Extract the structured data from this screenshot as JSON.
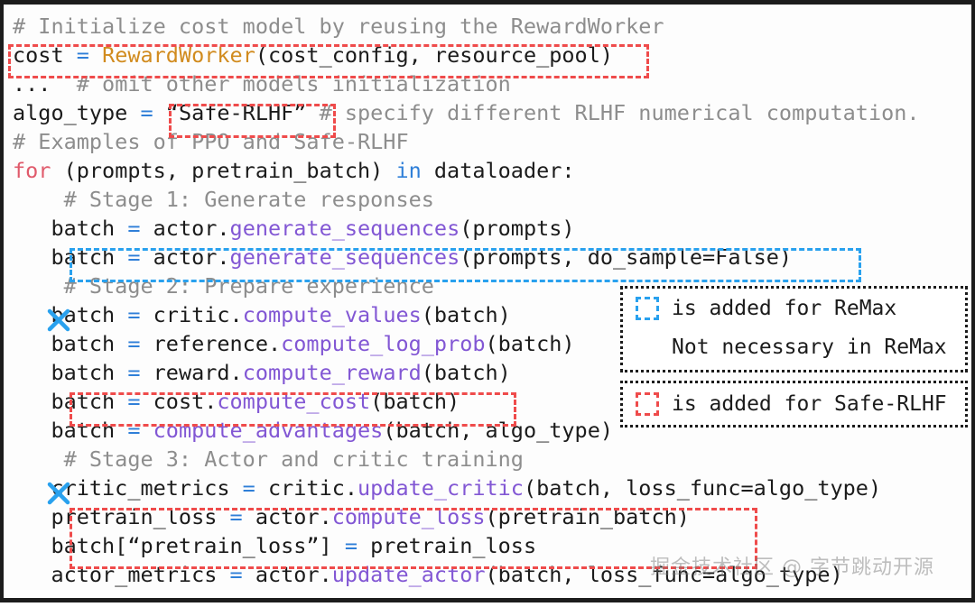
{
  "colors": {
    "background": "#fdfdfd",
    "text": "#1b1b1b",
    "comment": "#8d8d8d",
    "keyword": "#e05a6b",
    "operator": "#2f7fd8",
    "function": "#8257d4",
    "class": "#d18b1e",
    "annotation_red": "#ef4b4b",
    "annotation_blue": "#29a1ee",
    "frame": "#1c1c1c"
  },
  "code": {
    "language": "python",
    "lines": [
      {
        "id": "l1",
        "indent": 0,
        "text": "# Initialize cost model by reusing the RewardWorker"
      },
      {
        "id": "l2",
        "indent": 0,
        "text": "cost = RewardWorker(cost_config, resource_pool)"
      },
      {
        "id": "l3",
        "indent": 0,
        "text": "...  # omit other models initialization"
      },
      {
        "id": "l4",
        "indent": 0,
        "text": "algo_type = “Safe-RLHF” # specify different RLHF numerical computation."
      },
      {
        "id": "l5",
        "indent": 0,
        "text": "# Examples of PPO and Safe-RLHF"
      },
      {
        "id": "l6",
        "indent": 0,
        "text": "for (prompts, pretrain_batch) in dataloader:"
      },
      {
        "id": "l7",
        "indent": 1,
        "text": "# Stage 1: Generate responses"
      },
      {
        "id": "l8",
        "indent": 1,
        "text": "batch = actor.generate_sequences(prompts)"
      },
      {
        "id": "l9",
        "indent": 1,
        "text": "batch = actor.generate_sequences(prompts, do_sample=False)"
      },
      {
        "id": "l10",
        "indent": 1,
        "text": "# Stage 2: Prepare experience"
      },
      {
        "id": "l11",
        "indent": 1,
        "text": "batch = critic.compute_values(batch)"
      },
      {
        "id": "l12",
        "indent": 1,
        "text": "batch = reference.compute_log_prob(batch)"
      },
      {
        "id": "l13",
        "indent": 1,
        "text": "batch = reward.compute_reward(batch)"
      },
      {
        "id": "l14",
        "indent": 1,
        "text": "batch = cost.compute_cost(batch)"
      },
      {
        "id": "l15",
        "indent": 1,
        "text": "batch = compute_advantages(batch, algo_type)"
      },
      {
        "id": "l16",
        "indent": 1,
        "text": "# Stage 3: Actor and critic training"
      },
      {
        "id": "l17",
        "indent": 1,
        "text": "critic_metrics = critic.update_critic(batch, loss_func=algo_type)"
      },
      {
        "id": "l18",
        "indent": 1,
        "text": "pretrain_loss = actor.compute_loss(pretrain_batch)"
      },
      {
        "id": "l19",
        "indent": 1,
        "text": "batch[“pretrain_loss”] = pretrain_loss"
      },
      {
        "id": "l20",
        "indent": 1,
        "text": "actor_metrics = actor.update_actor(batch, loss_func=algo_type)"
      }
    ]
  },
  "annotations": {
    "red_boxes": [
      {
        "name": "red-box-cost-init",
        "lines": "l2",
        "label": "cost = RewardWorker(cost_config, resource_pool)"
      },
      {
        "name": "red-box-algo-type-value",
        "lines": "l4",
        "label": "“Safe-RLHF”"
      },
      {
        "name": "red-box-compute-cost",
        "lines": "l14",
        "label": "batch = cost.compute_cost(batch)"
      },
      {
        "name": "red-box-pretrain-loss",
        "lines": "l18-l19",
        "label": "pretrain_loss = actor.compute_loss(pretrain_batch) / batch[“pretrain_loss”] = pretrain_loss"
      }
    ],
    "blue_boxes": [
      {
        "name": "blue-box-generate-sequences-greedy",
        "lines": "l9",
        "label": "batch = actor.generate_sequences(prompts, do_sample=False)"
      }
    ],
    "x_marks": [
      {
        "name": "x-mark-compute-values",
        "line": "l11",
        "label": "batch = critic.compute_values(batch)"
      },
      {
        "name": "x-mark-update-critic",
        "line": "l17",
        "label": "critic_metrics = critic.update_critic(batch, loss_func=algo_type)"
      }
    ]
  },
  "legend": {
    "remax": {
      "rows": [
        {
          "icon": "dashed-blue-box-icon",
          "text": "is added for ReMax"
        },
        {
          "icon": "blue-x-icon",
          "text": "Not necessary in ReMax"
        }
      ]
    },
    "safe_rlhf": {
      "rows": [
        {
          "icon": "dashed-red-box-icon",
          "text": "is added for Safe-RLHF"
        }
      ]
    }
  },
  "watermark": {
    "text": "掘金技术社区 @ 字节跳动开源"
  }
}
